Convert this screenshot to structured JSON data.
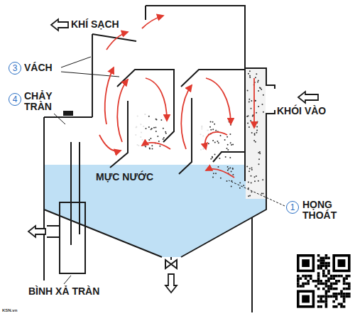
{
  "diagram": {
    "labels": [
      "KHÍ SẠCH",
      "3",
      "VÁCH",
      "4",
      "CHẢY TRÀN",
      "KHÓI VÀO",
      "MỰC NƯỚC",
      "1",
      "HỌNG THOÁT",
      "BÌNH XẢ TRÀN",
      "KSN.vn"
    ]
  }
}
